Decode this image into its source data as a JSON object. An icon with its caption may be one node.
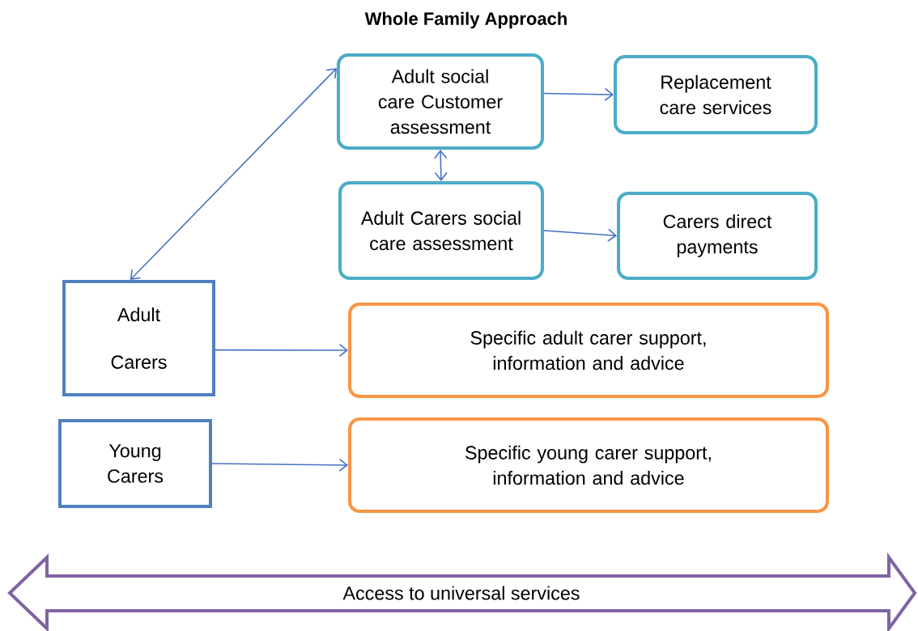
{
  "diagram": {
    "title": "Whole Family Approach",
    "nodes": [
      {
        "text": [
          "Adult social care Customer assessment"
        ]
      },
      {
        "text": [
          "Replacement care services"
        ]
      },
      {
        "text": [
          "Adult Carers social care assessment"
        ]
      },
      {
        "text": [
          "Carers direct payments"
        ]
      },
      {
        "text": [
          "Adult Carers"
        ]
      },
      {
        "text": [
          "Specific adult carer support, information and advice"
        ]
      },
      {
        "text": [
          "Young Carers"
        ]
      },
      {
        "text": [
          "Specific young carer support, information and advice"
        ]
      },
      {
        "text": [
          "Access to universal services"
        ]
      }
    ],
    "edges": [
      {
        "from": 0,
        "to": 1,
        "arrow": "to"
      },
      {
        "from": 2,
        "to": 0,
        "arrow": "both"
      },
      {
        "from": 4,
        "to": 0,
        "arrow": "both"
      },
      {
        "from": 2,
        "to": 3,
        "arrow": "to"
      },
      {
        "from": 4,
        "to": 5,
        "arrow": "to"
      },
      {
        "from": 6,
        "to": 7,
        "arrow": "to"
      }
    ]
  }
}
